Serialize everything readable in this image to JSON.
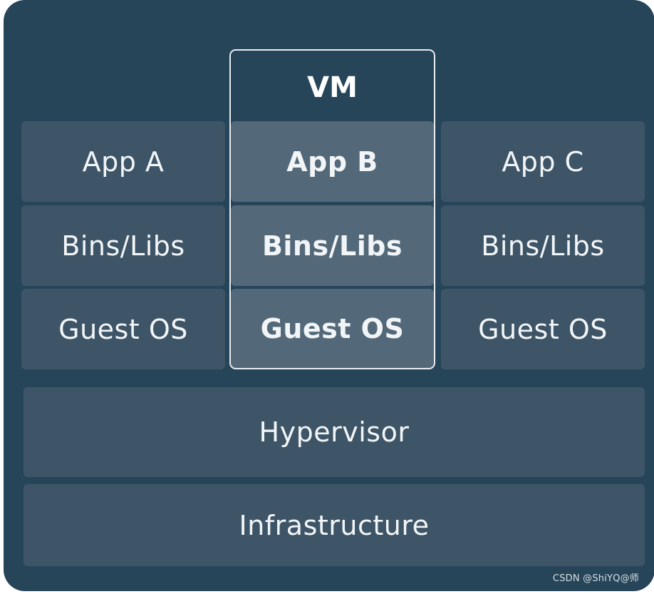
{
  "vm": {
    "label": "VM"
  },
  "columns": [
    {
      "app": "App A",
      "libs": "Bins/Libs",
      "os": "Guest OS"
    },
    {
      "app": "App B",
      "libs": "Bins/Libs",
      "os": "Guest OS"
    },
    {
      "app": "App C",
      "libs": "Bins/Libs",
      "os": "Guest OS"
    }
  ],
  "layers": {
    "hypervisor": "Hypervisor",
    "infrastructure": "Infrastructure"
  },
  "watermark": "CSDN @ShiYQ@师",
  "colors": {
    "background": "#264559",
    "side_box": "#3e5567",
    "middle_box": "#536979",
    "vm_border": "#e8ecef",
    "text": "#f2f5f7"
  }
}
